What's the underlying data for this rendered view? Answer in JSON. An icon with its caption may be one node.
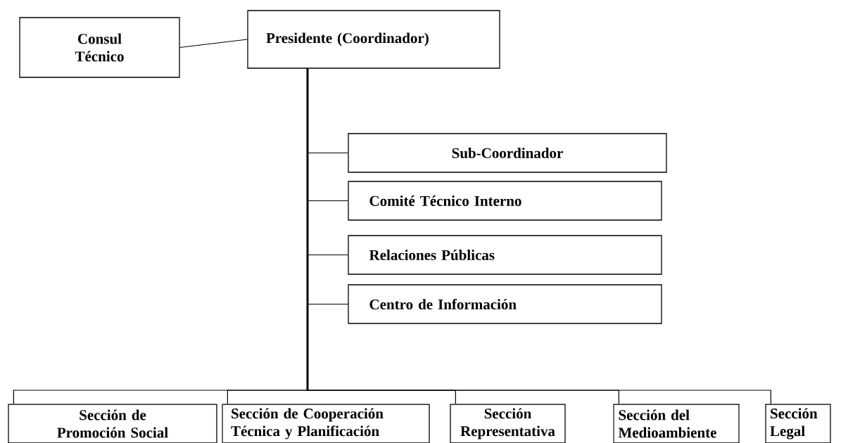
{
  "diagram": {
    "nodes": [
      {
        "text": [
          "Consul Técnico"
        ]
      },
      {
        "text": [
          "Presidente (Coordinador)"
        ]
      },
      {
        "text": [
          "Sub-Coordinador"
        ]
      },
      {
        "text": [
          "Comité Técnico Interno"
        ]
      },
      {
        "text": [
          "Relaciones Públicas"
        ]
      },
      {
        "text": [
          "Centro de Información"
        ]
      },
      {
        "text": [
          "Sección de Promoción Social"
        ]
      },
      {
        "text": [
          "Sección de Cooperación Técnica y Planificación"
        ]
      },
      {
        "text": [
          "Sección Representativa"
        ]
      },
      {
        "text": [
          "Sección del Medioambiente"
        ]
      },
      {
        "text": [
          "Sección Legal"
        ]
      }
    ],
    "edges": [
      {
        "from": 0,
        "to": 1,
        "arrow": "none"
      },
      {
        "from": 1,
        "to": 2,
        "arrow": "none"
      },
      {
        "from": 1,
        "to": 3,
        "arrow": "none"
      },
      {
        "from": 1,
        "to": 4,
        "arrow": "none"
      },
      {
        "from": 1,
        "to": 5,
        "arrow": "none"
      },
      {
        "from": 1,
        "to": 6,
        "arrow": "none"
      },
      {
        "from": 1,
        "to": 7,
        "arrow": "none"
      },
      {
        "from": 1,
        "to": 8,
        "arrow": "none"
      },
      {
        "from": 1,
        "to": 9,
        "arrow": "none"
      },
      {
        "from": 1,
        "to": 10,
        "arrow": "none"
      }
    ]
  }
}
